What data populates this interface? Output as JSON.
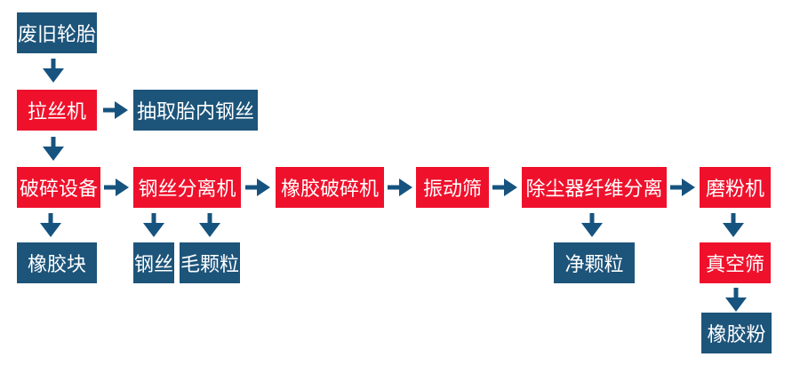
{
  "diagram": {
    "description": "废旧轮胎回收处理流程图",
    "colors": {
      "process_red": "#ef112c",
      "output_blue": "#1d547a",
      "arrow_blue": "#16537f",
      "label_text": "#ffffff",
      "canvas_bg": "#ffffff"
    },
    "nodes": [
      {
        "id": "waste-tires",
        "label": "废旧轮胎",
        "kind": "blue"
      },
      {
        "id": "wire-drawing-machine",
        "label": "拉丝机",
        "kind": "red"
      },
      {
        "id": "extract-tire-steel-wire",
        "label": "抽取胎内钢丝",
        "kind": "blue"
      },
      {
        "id": "crushing-equipment",
        "label": "破碎设备",
        "kind": "red"
      },
      {
        "id": "steel-wire-separator",
        "label": "钢丝分离机",
        "kind": "red"
      },
      {
        "id": "rubber-crusher",
        "label": "橡胶破碎机",
        "kind": "red"
      },
      {
        "id": "vibrating-screen",
        "label": "振动筛",
        "kind": "red"
      },
      {
        "id": "dust-collector-fiber-separation",
        "label": "除尘器纤维分离",
        "kind": "red"
      },
      {
        "id": "grinding-machine",
        "label": "磨粉机",
        "kind": "red"
      },
      {
        "id": "rubber-block",
        "label": "橡胶块",
        "kind": "blue"
      },
      {
        "id": "steel-wire",
        "label": "钢丝",
        "kind": "blue"
      },
      {
        "id": "coarse-granules",
        "label": "毛颗粒",
        "kind": "blue"
      },
      {
        "id": "clean-granules",
        "label": "净颗粒",
        "kind": "blue"
      },
      {
        "id": "vacuum-screen",
        "label": "真空筛",
        "kind": "red"
      },
      {
        "id": "rubber-powder",
        "label": "橡胶粉",
        "kind": "blue"
      }
    ],
    "edges": [
      {
        "from": "waste-tires",
        "to": "wire-drawing-machine",
        "direction": "down"
      },
      {
        "from": "wire-drawing-machine",
        "to": "extract-tire-steel-wire",
        "direction": "right"
      },
      {
        "from": "wire-drawing-machine",
        "to": "crushing-equipment",
        "direction": "down"
      },
      {
        "from": "crushing-equipment",
        "to": "steel-wire-separator",
        "direction": "right"
      },
      {
        "from": "crushing-equipment",
        "to": "rubber-block",
        "direction": "down"
      },
      {
        "from": "steel-wire-separator",
        "to": "rubber-crusher",
        "direction": "right"
      },
      {
        "from": "steel-wire-separator",
        "to": "steel-wire",
        "direction": "down"
      },
      {
        "from": "steel-wire-separator",
        "to": "coarse-granules",
        "direction": "down"
      },
      {
        "from": "rubber-crusher",
        "to": "vibrating-screen",
        "direction": "right"
      },
      {
        "from": "vibrating-screen",
        "to": "dust-collector-fiber-separation",
        "direction": "right"
      },
      {
        "from": "dust-collector-fiber-separation",
        "to": "grinding-machine",
        "direction": "right"
      },
      {
        "from": "dust-collector-fiber-separation",
        "to": "clean-granules",
        "direction": "down"
      },
      {
        "from": "grinding-machine",
        "to": "vacuum-screen",
        "direction": "down"
      },
      {
        "from": "vacuum-screen",
        "to": "rubber-powder",
        "direction": "down"
      }
    ]
  }
}
